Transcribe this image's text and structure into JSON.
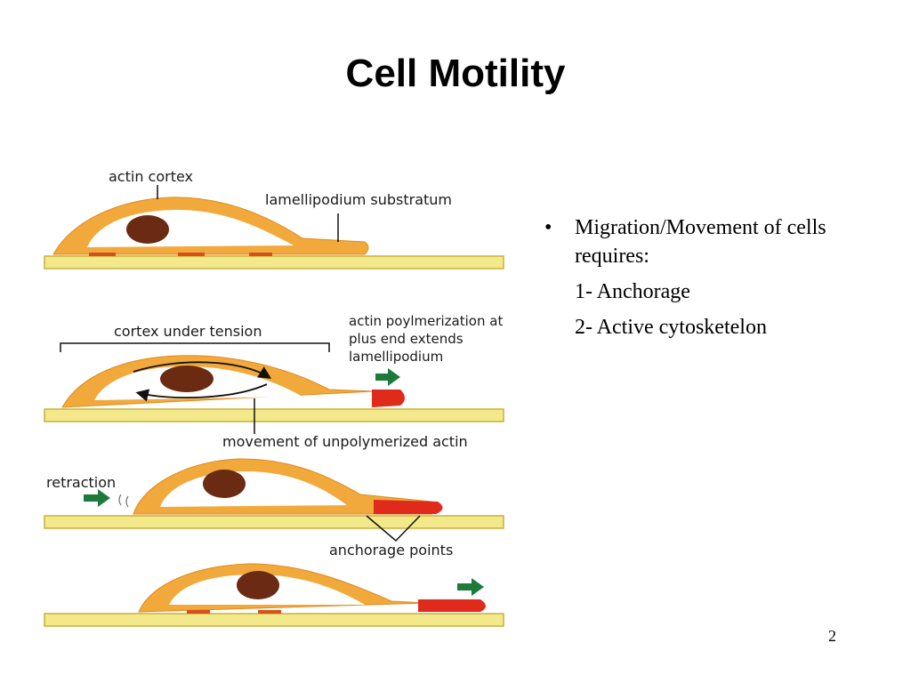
{
  "slide": {
    "title": "Cell Motility",
    "page_number": "2"
  },
  "figure": {
    "labels": {
      "actin_cortex": "actin cortex",
      "lamellipodium_substratum": "lamellipodium substratum",
      "cortex_under_tension": "cortex under tension",
      "actin_polymerization_line1": "actin poylmerization at",
      "actin_polymerization_line2": "plus end extends",
      "actin_polymerization_line3": "lamellipodium",
      "movement_unpolymerized": "movement of unpolymerized actin",
      "retraction": "retraction",
      "anchorage_points": "anchorage points"
    },
    "colors": {
      "cell_orange": "#f2a93b",
      "cortex_outline": "#e08a1e",
      "nucleus": "#6b2a12",
      "substratum_fill": "#f3e88a",
      "substratum_edge": "#c9b13a",
      "polymerization_red": "#e02a1c",
      "arrow_green": "#1e7a3a"
    }
  },
  "bullets": {
    "symbol": "•",
    "main": "Migration/Movement of cells requires:",
    "items": [
      "1- Anchorage",
      "2- Active cytosketelon"
    ]
  }
}
